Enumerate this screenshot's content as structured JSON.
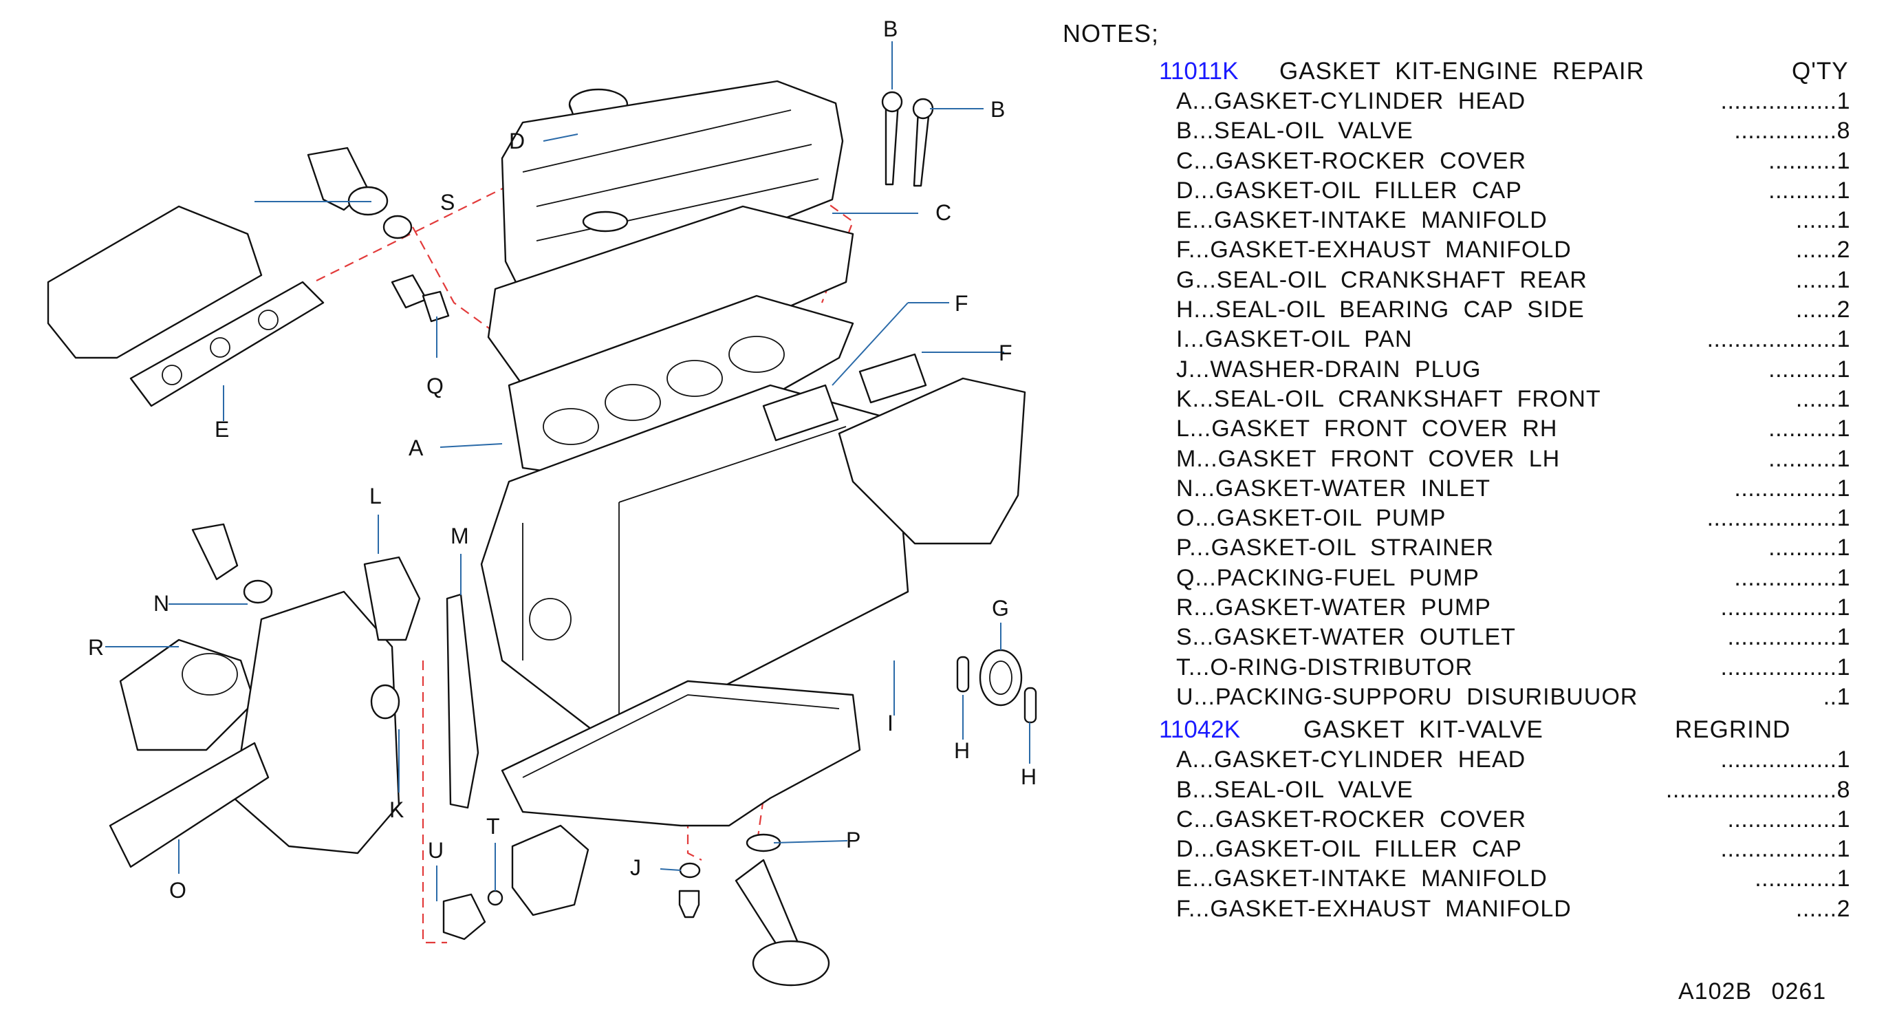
{
  "notes_title": "NOTES;",
  "kits": [
    {
      "code": "11011K",
      "name": "GASKET  KIT-ENGINE  REPAIR",
      "extra": "Q'TY",
      "items": [
        {
          "name": "A...GASKET-CYLINDER  HEAD",
          "qty": ".................1"
        },
        {
          "name": "B...SEAL-OIL  VALVE",
          "qty": "...............8"
        },
        {
          "name": "C...GASKET-ROCKER  COVER",
          "qty": "..........1"
        },
        {
          "name": "D...GASKET-OIL  FILLER  CAP",
          "qty": "..........1"
        },
        {
          "name": "E...GASKET-INTAKE  MANIFOLD",
          "qty": "......1"
        },
        {
          "name": "F...GASKET-EXHAUST  MANIFOLD",
          "qty": "......2"
        },
        {
          "name": "G...SEAL-OIL  CRANKSHAFT  REAR",
          "qty": "......1"
        },
        {
          "name": "H...SEAL-OIL  BEARING  CAP  SIDE",
          "qty": "......2"
        },
        {
          "name": "I...GASKET-OIL  PAN",
          "qty": "...................1"
        },
        {
          "name": "J...WASHER-DRAIN  PLUG",
          "qty": "..........1"
        },
        {
          "name": "K...SEAL-OIL  CRANKSHAFT  FRONT",
          "qty": "......1"
        },
        {
          "name": "L...GASKET  FRONT  COVER  RH",
          "qty": "..........1"
        },
        {
          "name": "M...GASKET  FRONT  COVER  LH",
          "qty": "..........1"
        },
        {
          "name": "N...GASKET-WATER  INLET",
          "qty": "...............1"
        },
        {
          "name": "O...GASKET-OIL  PUMP",
          "qty": "...................1"
        },
        {
          "name": "P...GASKET-OIL  STRAINER",
          "qty": "..........1"
        },
        {
          "name": "Q...PACKING-FUEL  PUMP",
          "qty": "...............1"
        },
        {
          "name": "R...GASKET-WATER  PUMP",
          "qty": ".................1"
        },
        {
          "name": "S...GASKET-WATER  OUTLET",
          "qty": "................1"
        },
        {
          "name": "T...O-RING-DISTRIBUTOR",
          "qty": ".................1"
        },
        {
          "name": "U...PACKING-SUPPORU  DISURIBUUOR",
          "qty": "..1"
        }
      ]
    },
    {
      "code": "11042K",
      "name": "GASKET  KIT-VALVE",
      "extra": "REGRIND",
      "items": [
        {
          "name": "A...GASKET-CYLINDER  HEAD",
          "qty": ".................1"
        },
        {
          "name": "B...SEAL-OIL  VALVE",
          "qty": ".........................8"
        },
        {
          "name": "C...GASKET-ROCKER  COVER",
          "qty": "................1"
        },
        {
          "name": "D...GASKET-OIL  FILLER  CAP",
          "qty": ".................1"
        },
        {
          "name": "E...GASKET-INTAKE  MANIFOLD",
          "qty": "............1"
        },
        {
          "name": "F...GASKET-EXHAUST  MANIFOLD",
          "qty": "......2"
        }
      ]
    }
  ],
  "footer": "A102B  0261",
  "diagram_labels": {
    "A": "A",
    "B1": "B",
    "B2": "B",
    "C": "C",
    "D": "D",
    "E": "E",
    "F1": "F",
    "F2": "F",
    "G": "G",
    "H1": "H",
    "H2": "H",
    "I": "I",
    "J": "J",
    "K": "K",
    "L": "L",
    "M": "M",
    "N": "N",
    "O": "O",
    "P": "P",
    "Q": "Q",
    "R": "R",
    "S": "S",
    "T": "T",
    "U": "U"
  },
  "colors": {
    "kit_code": "#1a1aff",
    "leader_line": "#2a6aa8",
    "hidden_line": "#e23a3a"
  }
}
